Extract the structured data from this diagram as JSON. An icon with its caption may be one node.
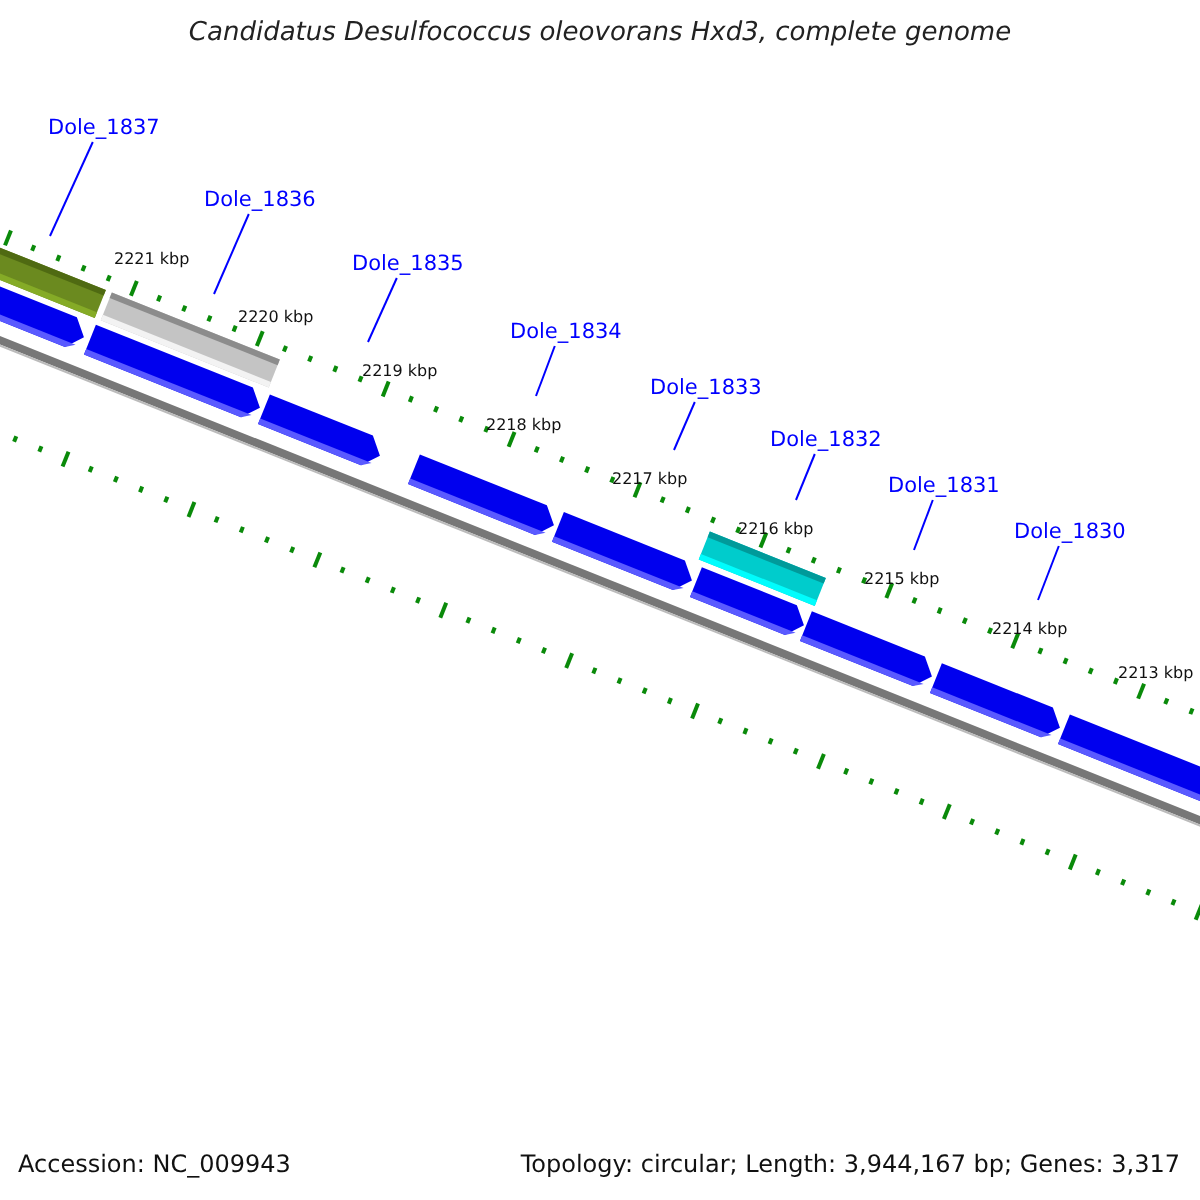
{
  "diagram": {
    "title": "Candidatus Desulfococcus oleovorans Hxd3, complete genome",
    "nodes": [
      {
        "text": [
          "Dole_1837"
        ]
      },
      {
        "text": [
          "Dole_1836"
        ]
      },
      {
        "text": [
          "Dole_1835"
        ]
      },
      {
        "text": [
          "Dole_1834"
        ]
      },
      {
        "text": [
          "Dole_1833"
        ]
      },
      {
        "text": [
          "Dole_1832"
        ]
      },
      {
        "text": [
          "Dole_1831"
        ]
      },
      {
        "text": [
          "Dole_1830"
        ]
      }
    ],
    "edges": [
      {
        "from": 0,
        "to": null,
        "arrow": "none"
      },
      {
        "from": 1,
        "to": null,
        "arrow": "none"
      },
      {
        "from": 2,
        "to": null,
        "arrow": "none"
      },
      {
        "from": 3,
        "to": null,
        "arrow": "none"
      },
      {
        "from": 4,
        "to": null,
        "arrow": "none"
      },
      {
        "from": 5,
        "to": null,
        "arrow": "none"
      },
      {
        "from": 6,
        "to": null,
        "arrow": "none"
      },
      {
        "from": 7,
        "to": null,
        "arrow": "none"
      }
    ],
    "labels": [
      "2221 kbp",
      "2220 kbp",
      "2219 kbp",
      "2218 kbp",
      "2217 kbp",
      "2216 kbp",
      "2215 kbp",
      "2214 kbp",
      "2213 kbp",
      "Accession: NC_009943",
      "Topology: circular; Length: 3,944,167 bp; Genes: 3,317"
    ]
  }
}
